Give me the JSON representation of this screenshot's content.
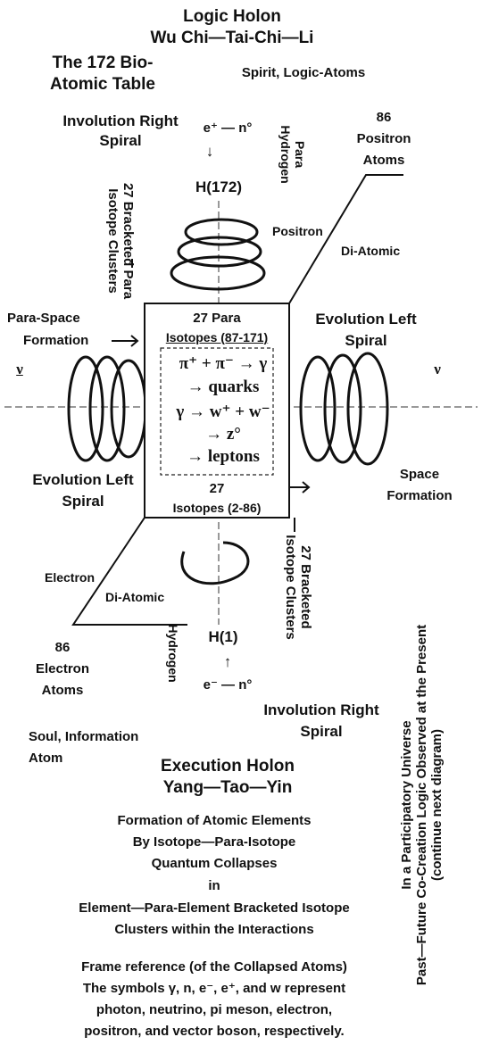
{
  "top": {
    "logic_holon": "Logic Holon",
    "logic_holon_sub": "Wu Chi—Tai-Chi—Li",
    "table_line1": "The 172 Bio-",
    "table_line2": "Atomic Table",
    "spirit": "Spirit, Logic-Atoms"
  },
  "upper": {
    "involution_line1": "Involution Right",
    "involution_line2": "Spiral",
    "reaction": "e⁺ — n°",
    "arrow": "↓",
    "element": "H(172)",
    "para_line1": "Para",
    "para_line2": "Hydrogen",
    "positron_atoms_line1": "86",
    "positron_atoms_line2": "Positron",
    "positron_atoms_line3": "Atoms",
    "positron": "Positron",
    "diatomic": "Di-Atomic",
    "bracketed_para_line1": "27 Bracketed Para",
    "bracketed_para_line2": "Isotope Clusters"
  },
  "middle": {
    "para_space_line1": "Para-Space",
    "para_space_line2": "Formation",
    "evolution_right_line1": "Evolution Left",
    "evolution_right_line2": "Spiral",
    "nu_left": "ν",
    "nu_right": "ν",
    "box_top_line1": "27 Para",
    "box_top_line2": "Isotopes (87-171)",
    "eq1": "π⁺ + π⁻ → γ",
    "eq2": "→ quarks",
    "eq3": "γ → w⁺ + w⁻",
    "eq4": "→ z°",
    "eq5": "→ leptons",
    "box_bottom_line1": "27",
    "box_bottom_line2": "Isotopes (2-86)",
    "evolution_left_line1": "Evolution Left",
    "evolution_left_line2": "Spiral",
    "space_line1": "Space",
    "space_line2": "Formation"
  },
  "lower": {
    "electron": "Electron",
    "diatomic": "Di-Atomic",
    "hydrogen": "Hydrogen",
    "element": "H(1)",
    "arrow": "↑",
    "reaction": "e⁻ — n°",
    "electron_atoms_line1": "86",
    "electron_atoms_line2": "Electron",
    "electron_atoms_line3": "Atoms",
    "bracketed_line1": "27 Bracketed",
    "bracketed_line2": "Isotope Clusters",
    "involution_line1": "Involution Right",
    "involution_line2": "Spiral",
    "soul_line1": "Soul, Information",
    "soul_line2": "Atom"
  },
  "side": {
    "line1": "In a Participatory Universe",
    "line2": "Past—Future Co-Creation Logic Observed at the Present",
    "line3": "(continue next diagram)"
  },
  "bottom": {
    "execution_holon": "Execution Holon",
    "execution_holon_sub": "Yang—Tao—Yin",
    "formation_line1": "Formation of Atomic Elements",
    "formation_line2": "By Isotope—Para-Isotope",
    "formation_line3": "Quantum Collapses",
    "formation_line4": "in",
    "formation_line5": "Element—Para-Element Bracketed Isotope",
    "formation_line6": "Clusters within the Interactions",
    "frame_line1": "Frame reference (of the Collapsed Atoms)",
    "frame_line2": "The symbols γ, n, e⁻, e⁺, and w represent",
    "frame_line3": "photon, neutrino, pi meson, electron,",
    "frame_line4": "positron, and vector boson, respectively."
  }
}
